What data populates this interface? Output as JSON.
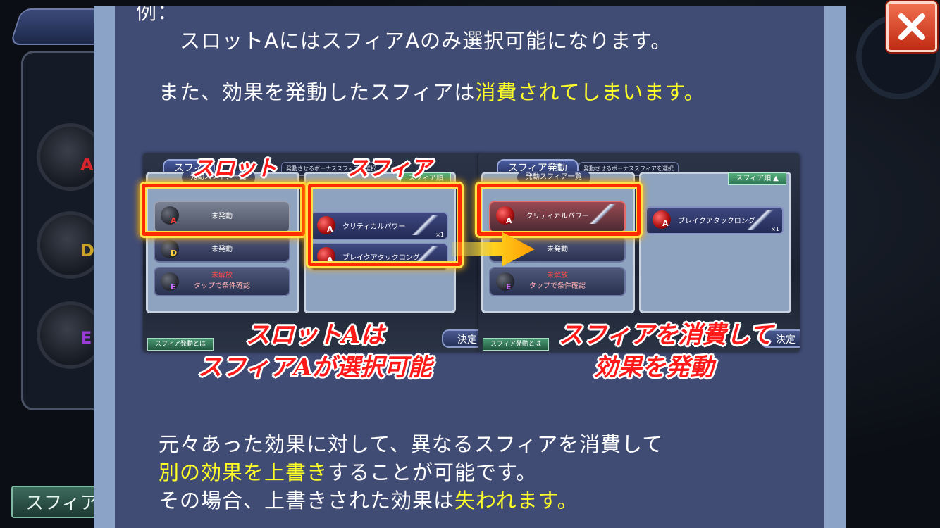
{
  "background": {
    "bottom_button_label": "スフィア",
    "slot_letters": [
      "A",
      "D",
      "E"
    ],
    "colors": {
      "letter_a": "#d9242b",
      "letter_d": "#c9a227",
      "letter_e": "#9a3bd8"
    }
  },
  "modal": {
    "cut_line": "例：",
    "line1": "スロットAにはスフィアAのみ選択可能になります。",
    "line2_pre": "また、効果を発動したスフィアは",
    "line2_hl": "消費されてしまいます。",
    "para3_line1": "元々あった効果に対して、異なるスフィアを消費して",
    "para3_line2_hl": "別の効果を上書き",
    "para3_line2_post": "することが可能です。",
    "para3_line3_pre": "その場合、上書きされた効果は",
    "para3_line3_hl": "失われます。",
    "colors": {
      "highlight": "#ffff28",
      "panel": "#414c75",
      "frame": "#8aa3c6"
    }
  },
  "illustration": {
    "left": {
      "header": "スフィ",
      "note": "発動させるボーナススフィアを選択",
      "sub_header": "発動スフィア一覧",
      "green_tag": "スフィア順",
      "slots": [
        {
          "letter": "A",
          "label": "未発動"
        },
        {
          "letter": "D",
          "label": "未発動"
        },
        {
          "letter": "E",
          "label": "未解放",
          "sub": "タップで条件確認"
        }
      ],
      "spheres": [
        {
          "letter": "A",
          "label": "クリティカルパワー",
          "count": "×1"
        },
        {
          "letter": "A",
          "label": "ブレイクアタックロング",
          "count": ""
        }
      ],
      "bottom_link": "スフィア発動とは",
      "decide": "決定"
    },
    "right": {
      "header": "スフィア発動",
      "note": "発動させるボーナススフィアを選択",
      "sub_header": "発動スフィア一覧",
      "green_tag": "スフィア順 ▲",
      "slots": [
        {
          "letter": "A",
          "label": "クリティカルパワー"
        },
        {
          "letter": "D",
          "label": "未発動"
        },
        {
          "letter": "E",
          "label": "未解放",
          "sub": "タップで条件確認"
        }
      ],
      "spheres": [
        {
          "letter": "A",
          "label": "ブレイクアタックロング",
          "count": "×1"
        }
      ],
      "bottom_link": "スフィア発動とは",
      "decide": "決定"
    },
    "callouts": {
      "slot": "スロット",
      "sphere": "スフィア",
      "left_caption_1": "スロットAは",
      "left_caption_2": "スフィアAが選択可能",
      "right_caption_1": "スフィアを消費して",
      "right_caption_2": "効果を発動"
    }
  },
  "close": {
    "icon": "close-x-icon",
    "color": "#e2472a"
  }
}
